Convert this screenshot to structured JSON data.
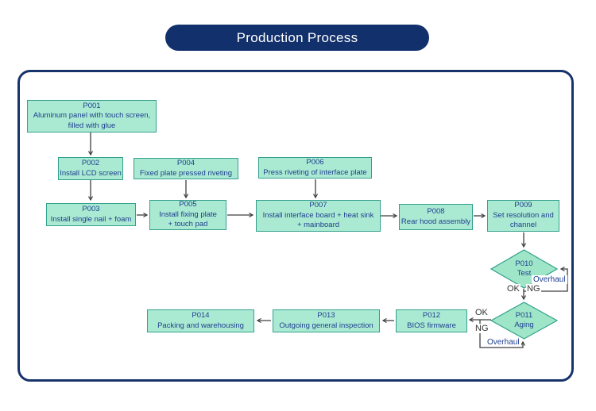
{
  "title": "Production Process",
  "colors": {
    "banner_bg": "#12306b",
    "banner_text": "#ffffff",
    "frame_border": "#16336b",
    "node_fill": "#abead2",
    "diamond_fill": "#9fe6c8",
    "node_border": "#33a08d",
    "node_text": "#1d3e8f",
    "arrow": "#3f3f3f",
    "decision_label": "#333333"
  },
  "nodes": [
    {
      "code": "P001",
      "line1": "Aluminum panel with touch screen,",
      "line2": "filled with glue"
    },
    {
      "code": "P002",
      "line1": "Install LCD screen"
    },
    {
      "code": "P003",
      "line1": "Install single nail + foam"
    },
    {
      "code": "P004",
      "line1": "Fixed plate pressed riveting"
    },
    {
      "code": "P005",
      "line1": "Install fixing plate",
      "line2": "+ touch pad"
    },
    {
      "code": "P006",
      "line1": "Press riveting of interface plate"
    },
    {
      "code": "P007",
      "line1": "Install interface board + heat sink",
      "line2": "+ mainboard"
    },
    {
      "code": "P008",
      "line1": "Rear hood assembly"
    },
    {
      "code": "P009",
      "line1": "Set resolution and",
      "line2": "channel"
    },
    {
      "code": "P010",
      "line1": "Test"
    },
    {
      "code": "P011",
      "line1": "Aging"
    },
    {
      "code": "P012",
      "line1": "BIOS firmware"
    },
    {
      "code": "P013",
      "line1": "Outgoing general inspection"
    },
    {
      "code": "P014",
      "line1": "Packing and warehousing"
    }
  ],
  "labels": {
    "ok": "OK",
    "ng": "NG",
    "overhaul": "Overhaul"
  }
}
